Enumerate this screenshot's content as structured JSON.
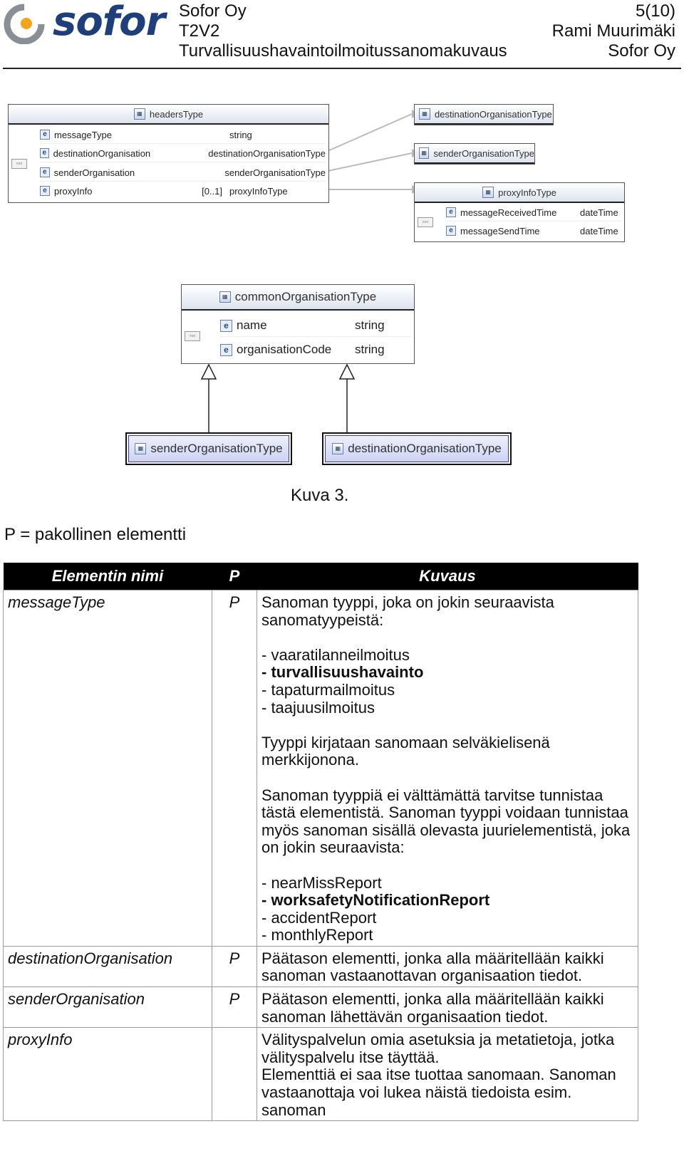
{
  "header": {
    "logo_text": "sofor",
    "company": "Sofor Oy",
    "project": "T2V2",
    "doc_title": "Turvallisuushavaintoilmoitussanomakuvaus",
    "page": "5(10)",
    "author": "Rami Muurimäki",
    "org": "Sofor Oy"
  },
  "diagram_top": {
    "headers_box": {
      "title": "headersType",
      "rows": [
        {
          "name": "messageType",
          "mult": "",
          "type": "string"
        },
        {
          "name": "destinationOrganisation",
          "mult": "",
          "type": "destinationOrganisationType"
        },
        {
          "name": "senderOrganisation",
          "mult": "",
          "type": "senderOrganisationType"
        },
        {
          "name": "proxyInfo",
          "mult": "[0..1]",
          "type": "proxyInfoType"
        }
      ]
    },
    "dest_box": {
      "title": "destinationOrganisationType"
    },
    "sender_box": {
      "title": "senderOrganisationType"
    },
    "proxy_box": {
      "title": "proxyInfoType",
      "rows": [
        {
          "name": "messageReceivedTime",
          "type": "dateTime"
        },
        {
          "name": "messageSendTime",
          "type": "dateTime"
        }
      ]
    }
  },
  "diagram_bottom": {
    "common_box": {
      "title": "commonOrganisationType",
      "rows": [
        {
          "name": "name",
          "type": "string"
        },
        {
          "name": "organisationCode",
          "type": "string"
        }
      ]
    },
    "sender_title": "senderOrganisationType",
    "dest_title": "destinationOrganisationType"
  },
  "caption": "Kuva 3.",
  "legend": "P = pakollinen elementti",
  "table": {
    "headers": [
      "Elementin nimi",
      "P",
      "Kuvaus"
    ],
    "rows": [
      {
        "name": "messageType",
        "p": "P",
        "blocks": [
          [
            "Sanoman tyyppi, joka on jokin seuraavista",
            "sanomatyypeistä:"
          ],
          [
            "- vaaratilanneilmoitus",
            "- turvallisuushavainto",
            "- tapaturmailmoitus",
            "- taajuusilmoitus"
          ],
          [
            "Tyyppi kirjataan sanomaan selväkielisenä",
            "merkkijonona."
          ],
          [
            "Sanoman tyyppiä ei välttämättä tarvitse tunnistaa",
            "tästä elementistä. Sanoman tyyppi voidaan tunnistaa",
            "myös sanoman sisällä olevasta juurielementistä, joka",
            "on jokin seuraavista:"
          ],
          [
            "- nearMissReport",
            "- worksafetyNotificationReport",
            "- accidentReport",
            "- monthlyReport"
          ]
        ]
      },
      {
        "name": "destinationOrganisation",
        "p": "P",
        "blocks": [
          [
            "Päätason elementti, jonka alla määritellään kaikki",
            "sanoman vastaanottavan organisaation tiedot."
          ]
        ]
      },
      {
        "name": "senderOrganisation",
        "p": "P",
        "blocks": [
          [
            "Päätason elementti, jonka alla määritellään kaikki",
            "sanoman lähettävän organisaation tiedot."
          ]
        ]
      },
      {
        "name": "proxyInfo",
        "p": "",
        "blocks": [
          [
            "Välityspalvelun omia asetuksia ja metatietoja, jotka",
            "välityspalvelu itse täyttää.",
            "Elementtiä ei saa itse tuottaa sanomaan. Sanoman",
            "vastaanottaja voi lukea näistä tiedoista esim. sanoman"
          ]
        ]
      }
    ]
  }
}
